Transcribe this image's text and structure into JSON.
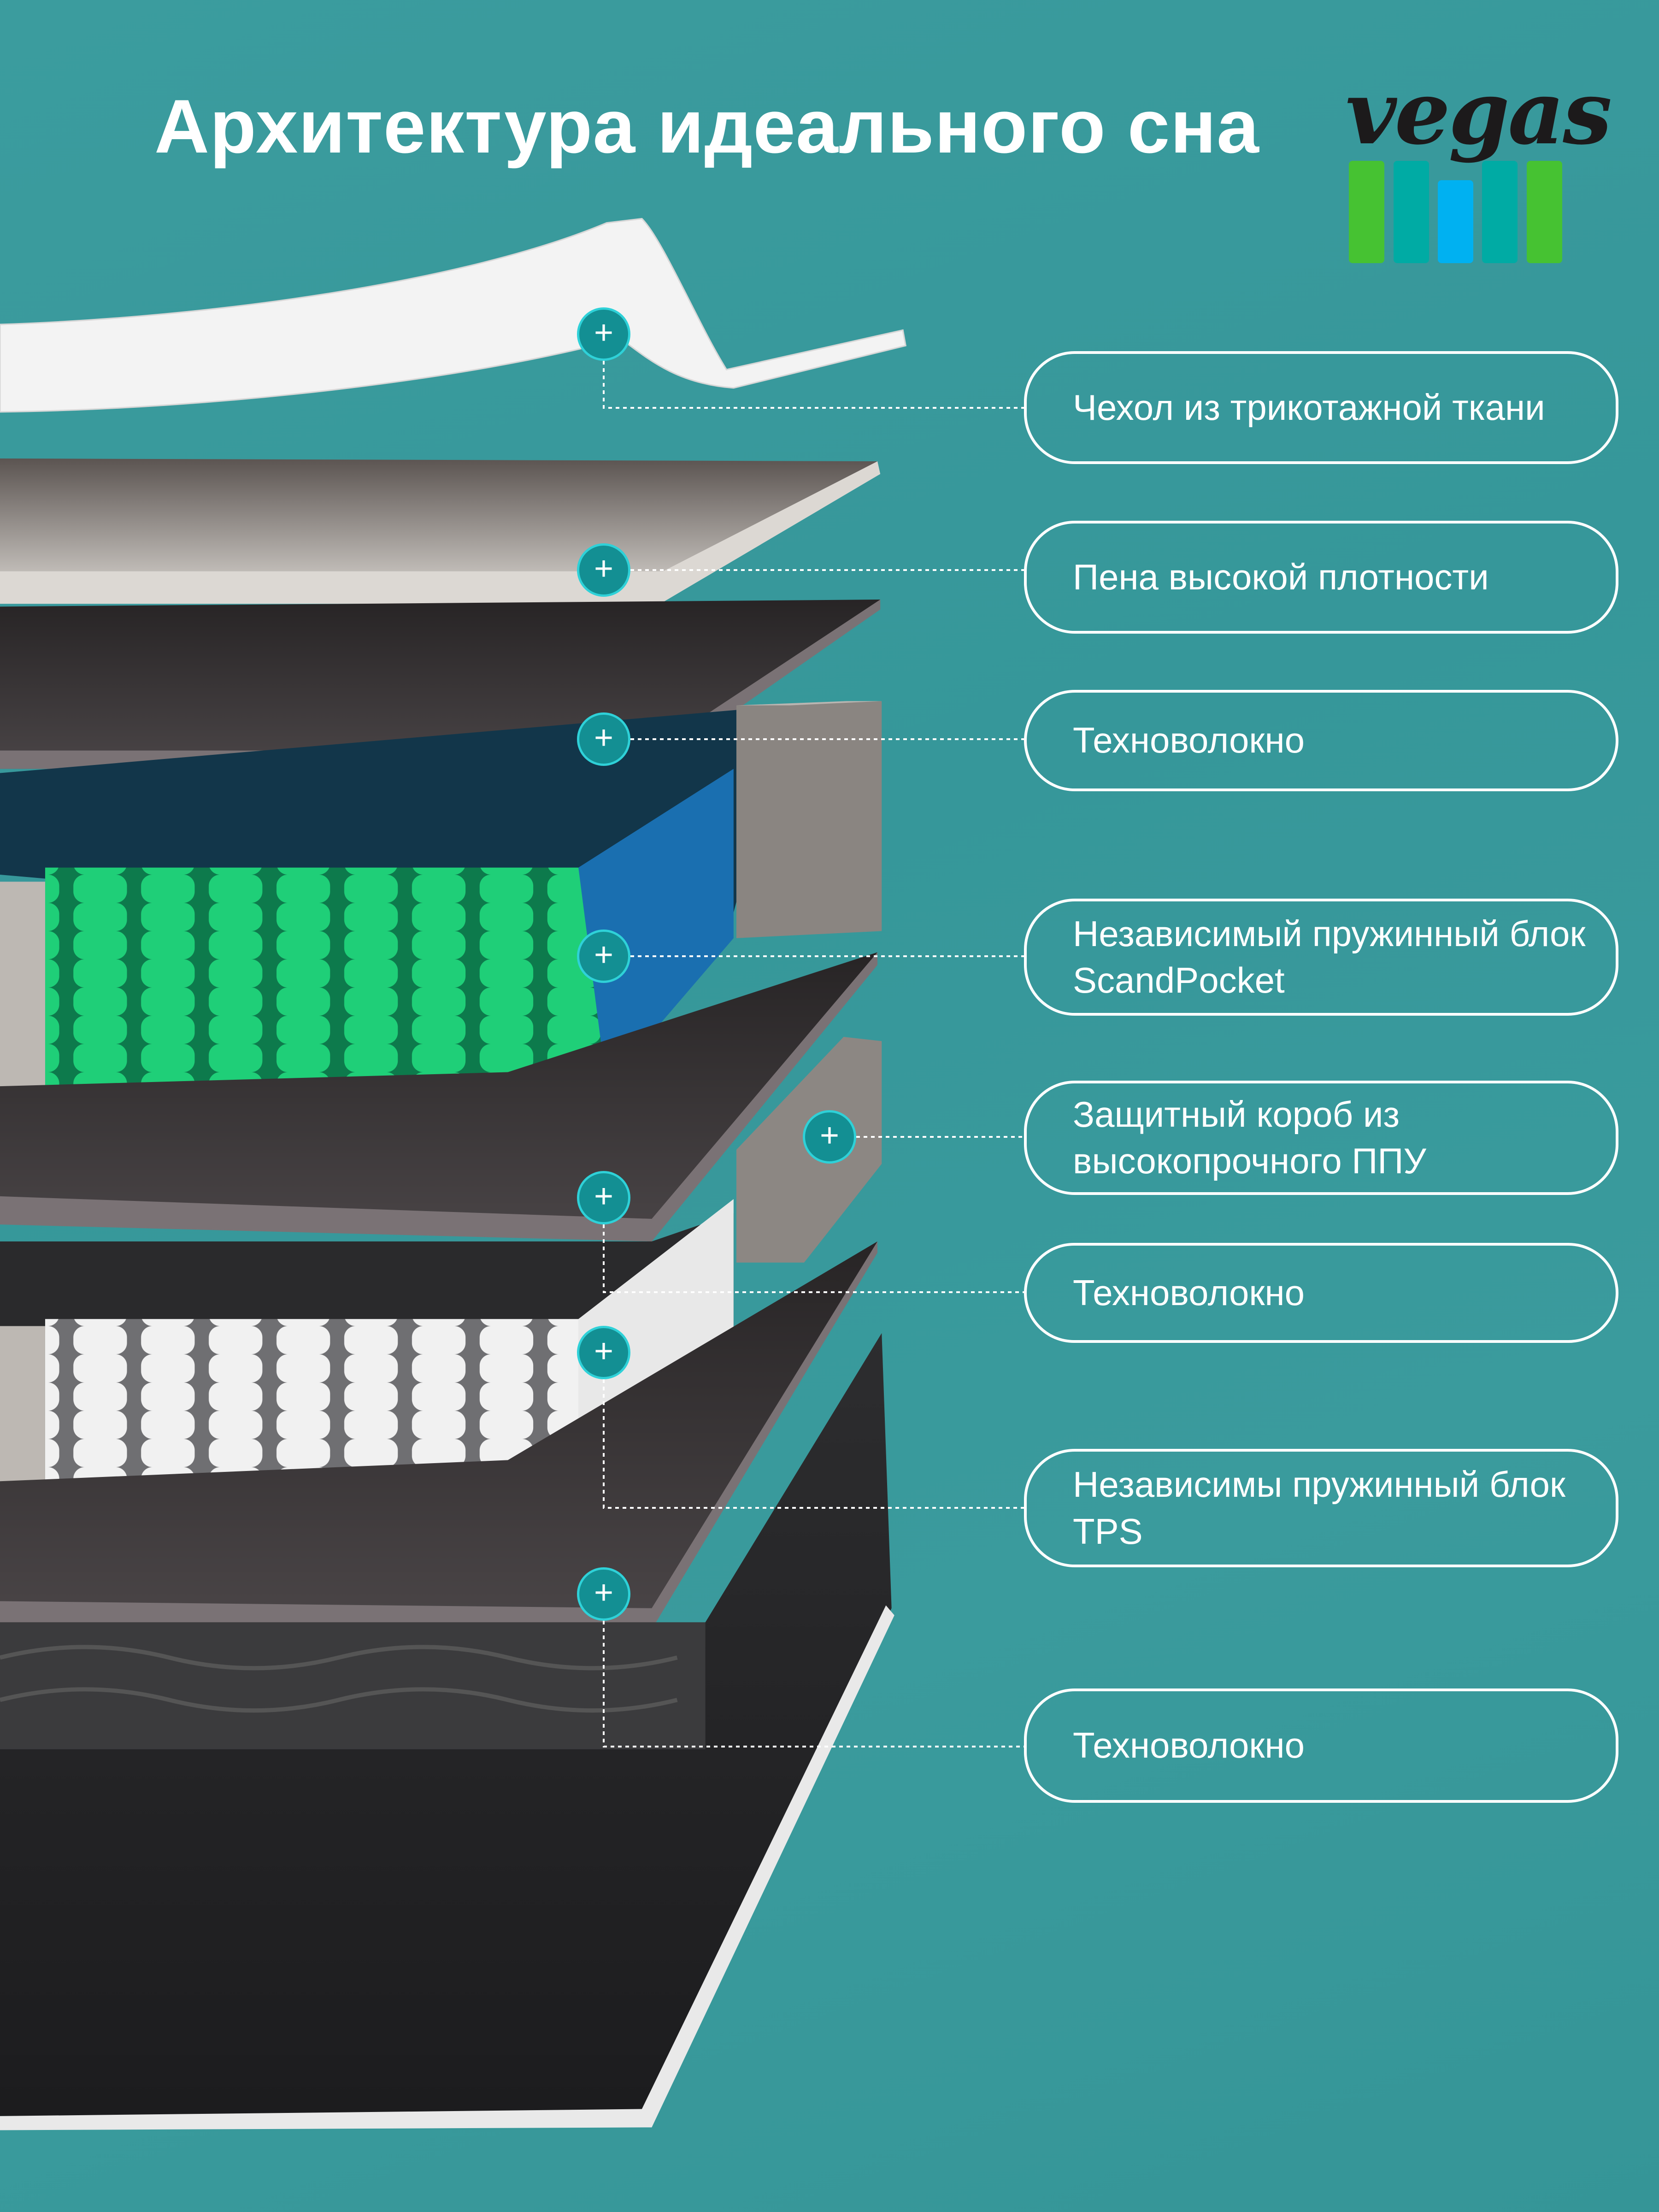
{
  "header": {
    "title": "Архитектура идеального сна"
  },
  "logo": {
    "text": "vegas",
    "bar_colors": [
      "#46c232",
      "#00aba4",
      "#00b1f1",
      "#00aba4",
      "#46c232"
    ]
  },
  "colors": {
    "background": "#3a9a9c",
    "marker_fill": "#138f93",
    "marker_ring": "#2fd1d8"
  },
  "layers": [
    {
      "label": "Чехол из трикотажной ткани",
      "marker": "+"
    },
    {
      "label": "Пена высокой плотности",
      "marker": "+"
    },
    {
      "label": "Техноволокно",
      "marker": "+"
    },
    {
      "label": "Независимый пружинный блок ScandPocket",
      "marker": "+"
    },
    {
      "label": "Защитный короб из высокопрочного ППУ",
      "marker": "+"
    },
    {
      "label": "Техноволокно",
      "marker": "+"
    },
    {
      "label": "Независимы пружинный блок TPS",
      "marker": "+"
    },
    {
      "label": "Техноволокно",
      "marker": "+"
    }
  ]
}
